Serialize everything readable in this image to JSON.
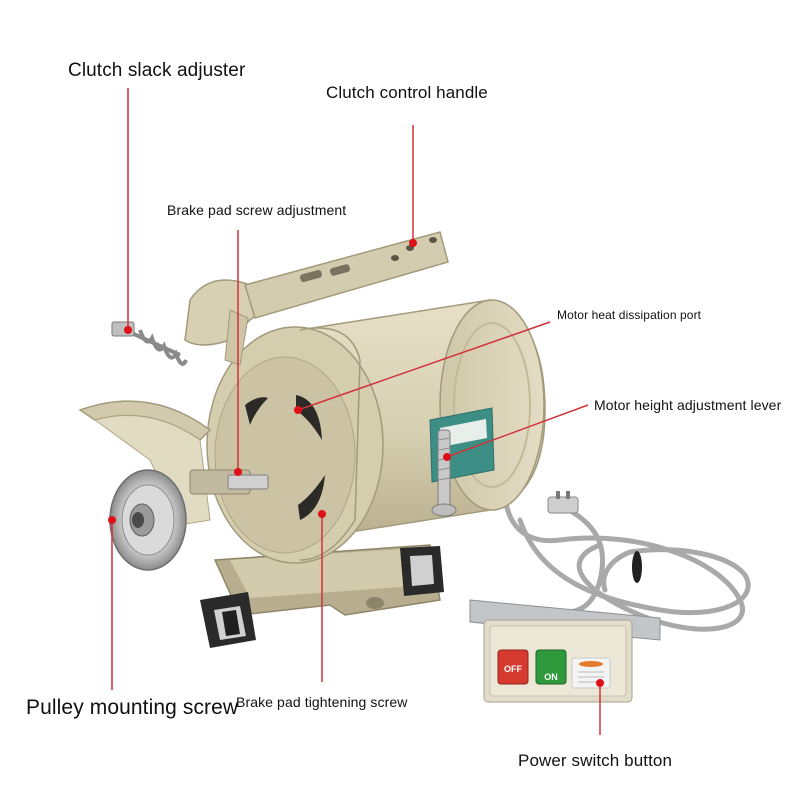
{
  "labels": {
    "clutch_slack_adjuster": "Clutch slack adjuster",
    "clutch_control_handle": "Clutch control handle",
    "brake_pad_screw_adjustment": "Brake pad screw adjustment",
    "motor_heat_dissipation_port": "Motor heat dissipation port",
    "motor_height_adjustment_lever": "Motor height adjustment lever",
    "pulley_mounting_screw": "Pulley mounting screw",
    "brake_pad_tightening_screw": "Brake pad tightening screw",
    "power_switch_button": "Power switch button"
  },
  "switch_box": {
    "off_label": "OFF",
    "on_label": "ON"
  },
  "colors": {
    "leader_line": "#d0323a",
    "dot": "#e0101a",
    "motor_body": "#d9d2b6",
    "motor_shadow": "#b8ae8f",
    "off_button": "#d63a2f",
    "on_button": "#2f9a3c",
    "cable": "#a8a8a8"
  }
}
